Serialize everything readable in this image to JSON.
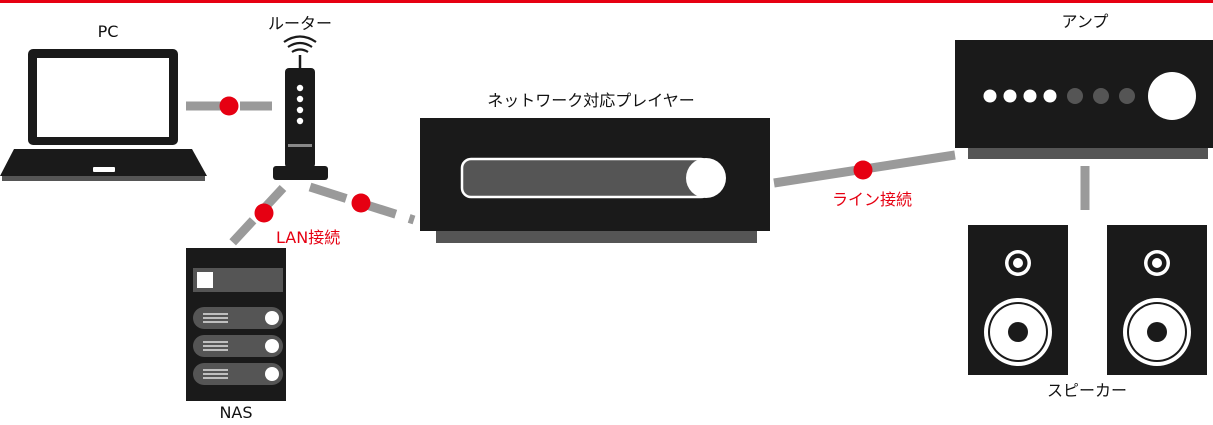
{
  "labels": {
    "pc": "PC",
    "router": "ルーター",
    "player": "ネットワーク対応プレイヤー",
    "amp": "アンプ",
    "speaker": "スピーカー",
    "nas": "NAS",
    "lan": "LAN接続",
    "line": "ライン接続"
  },
  "colors": {
    "accent_red": "#e60012",
    "device_dark": "#1a1a1a",
    "cable_gray": "#9a9a9a",
    "shadow_gray": "#555555"
  },
  "icons": [
    "laptop-icon",
    "router-icon",
    "wifi-icon",
    "nas-icon",
    "player-icon",
    "amplifier-icon",
    "speaker-icon"
  ]
}
